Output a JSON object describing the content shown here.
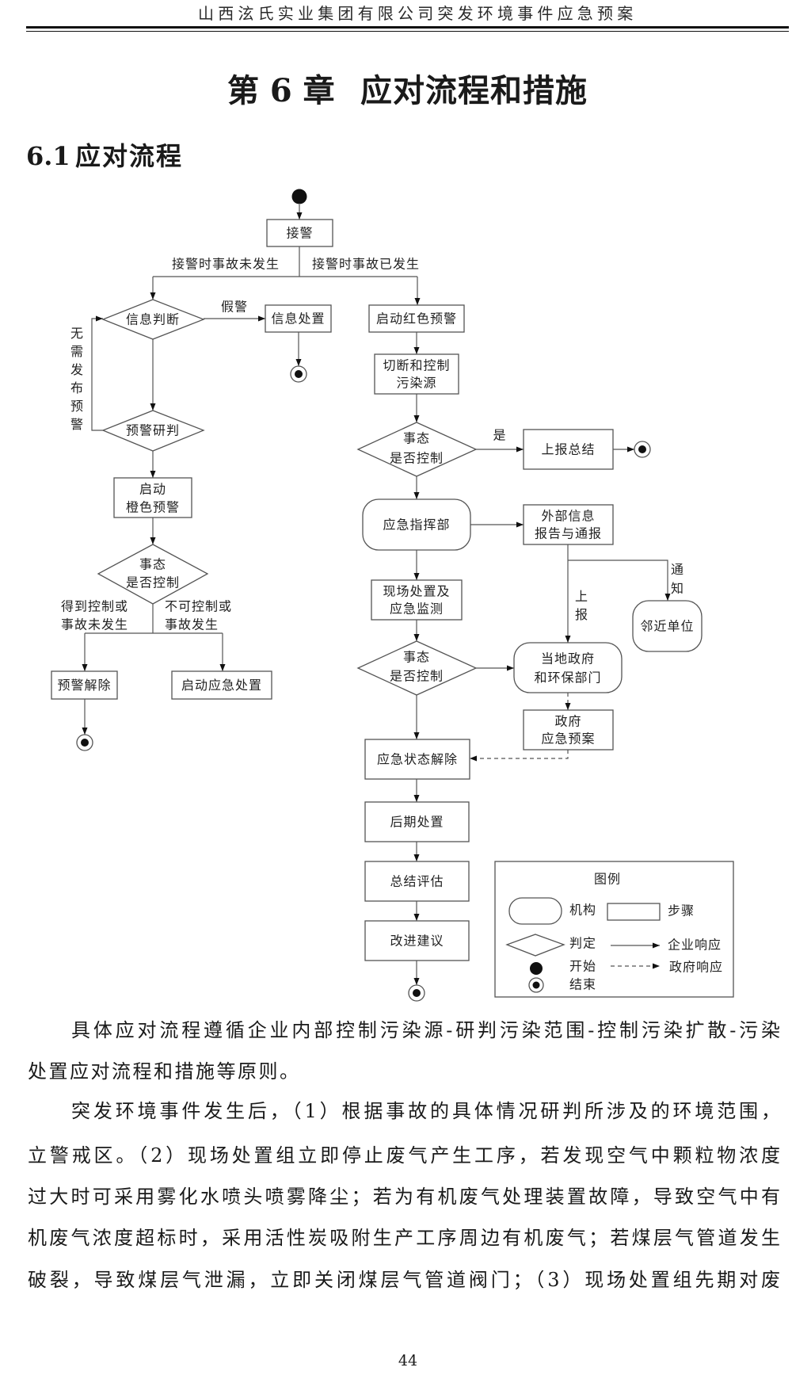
{
  "header": {
    "title": "山西泫氏实业集团有限公司突发环境事件应急预案"
  },
  "chapter": {
    "number": "第 6 章",
    "title": "应对流程和措施"
  },
  "section": {
    "number": "6.1",
    "title": "应对流程"
  },
  "flowchart": {
    "nodes": {
      "receive_alarm": "接警",
      "info_judgment": "信息判断",
      "info_disposal": "信息处置",
      "warning_assessment": "预警研判",
      "orange_warning": [
        "启动",
        "橙色预警"
      ],
      "left_control_check": [
        "事态",
        "是否控制"
      ],
      "warning_release": "预警解除",
      "start_emergency_disposal": "启动应急处置",
      "red_warning": "启动红色预警",
      "cut_pollution_source": [
        "切断和控制",
        "污染源"
      ],
      "right_control_check_1": [
        "事态",
        "是否控制"
      ],
      "report_summary": "上报总结",
      "command_center": "应急指挥部",
      "external_report": [
        "外部信息",
        "报告与通报"
      ],
      "neighbor_units": "邻近单位",
      "onsite_disposal": [
        "现场处置及",
        "应急监测"
      ],
      "right_control_check_2": [
        "事态",
        "是否控制"
      ],
      "local_government": [
        "当地政府",
        "和环保部门"
      ],
      "government_plan": [
        "政府",
        "应急预案"
      ],
      "emergency_release": "应急状态解除",
      "post_disposal": "后期处置",
      "summary_evaluation": "总结评估",
      "improvement": "改进建议"
    },
    "edge_labels": {
      "not_occurred": "接警时事故未发生",
      "occurred": "接警时事故已发生",
      "false_alarm": "假警",
      "no_warning_needed": "无需发布预警",
      "controlled": [
        "得到控制或",
        "事故未发生"
      ],
      "uncontrollable": [
        "不可控制或",
        "事故发生"
      ],
      "yes": "是",
      "report_up": "上报",
      "notify": "通知"
    },
    "legend": {
      "title": "图例",
      "organization": "机构",
      "step": "步骤",
      "decision": "判定",
      "enterprise_response": "企业响应",
      "start": "开始",
      "government_response": "政府响应",
      "end": "结束"
    }
  },
  "body": {
    "paragraphs": [
      [
        "具体应对流程遵循企业内部控制污染源-研判污染范围-控制污染扩散-污染",
        "处置应对流程和措施等原则。"
      ],
      [
        "突发环境事件发生后，（1）根据事故的具体情况研判所涉及的环境范围，",
        "立警戒区。（2）现场处置组立即停止废气产生工序，若发现空气中颗粒物浓度",
        "过大时可采用雾化水喷头喷雾降尘；若为有机废气处理装置故障，导致空气中有",
        "机废气浓度超标时，采用活性炭吸附生产工序周边有机废气；若煤层气管道发生",
        "破裂，导致煤层气泄漏，立即关闭煤层气管道阀门；（3）现场处置组先期对废"
      ]
    ]
  },
  "footer": {
    "page_number": "44"
  },
  "colors": {
    "line": "#555555",
    "text": "#1a1a1a",
    "rule": "#111111"
  }
}
